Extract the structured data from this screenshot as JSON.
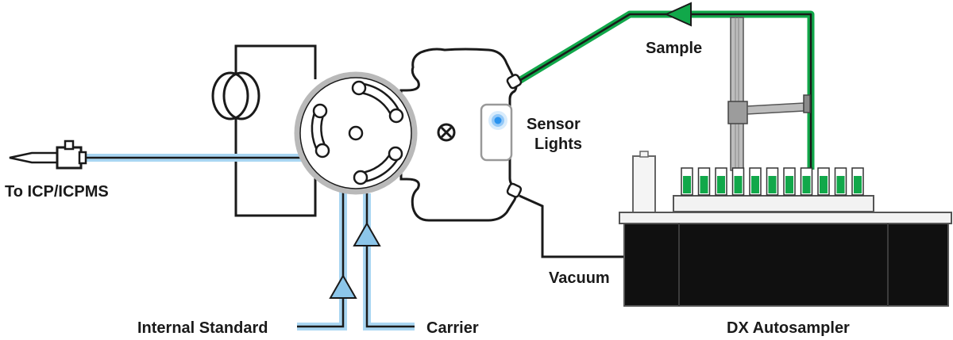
{
  "labels": {
    "outlet": "To ICP/ICPMS",
    "sensor_line1": "Sensor",
    "sensor_line2": "Lights",
    "sample": "Sample",
    "vacuum": "Vacuum",
    "internal_standard": "Internal Standard",
    "carrier": "Carrier",
    "autosampler": "DX Autosampler"
  },
  "colors": {
    "line": "#1a1a1a",
    "fluid_blue": "#a9d6f2",
    "arrow_blue": "#8cc6ea",
    "sample_green": "#11a84a",
    "sensor_glow": "#2a93ef",
    "valve_rim": "#b9b9b9",
    "autosampler_body": "#101010",
    "rack": "#f2f2f2"
  },
  "icons": [
    "loop-coil-icon",
    "valve-rotor-icon",
    "close-circle-icon",
    "sensor-light-icon",
    "flow-arrow-icon"
  ],
  "autosampler": {
    "vial_count": 11
  }
}
